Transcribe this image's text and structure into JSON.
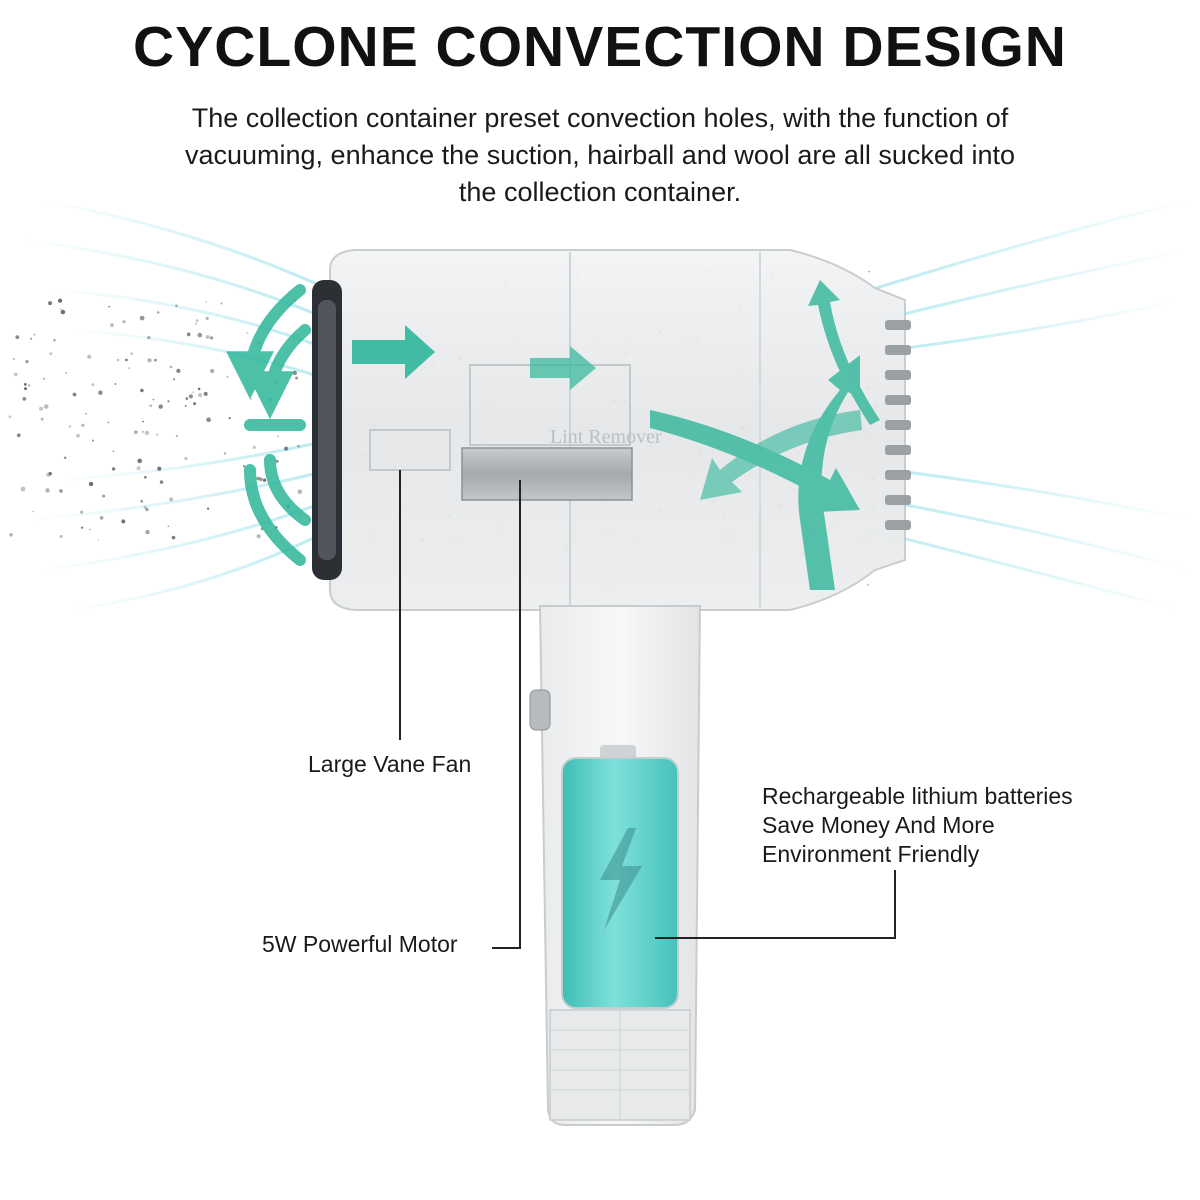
{
  "header": {
    "title": "CYCLONE CONVECTION DESIGN",
    "description_lines": [
      "The collection container preset convection holes, with the function of",
      "vacuuming, enhance the suction, hairball and wool are all sucked into",
      "the collection container."
    ]
  },
  "product": {
    "embossed_text": "Lint Remover"
  },
  "callouts": {
    "fan": "Large Vane Fan",
    "motor": "5W Powerful Motor",
    "battery_lines": [
      "Rechargeable lithium batteries",
      "Save Money And More",
      "Environment Friendly"
    ]
  },
  "colors": {
    "airflow": "#2fb69a",
    "battery": "#5fcfc8",
    "mist": "#a6e6ee",
    "leader_line": "#222222"
  },
  "icons": {
    "battery_symbol": "lightning-bolt-icon",
    "flow_arrows": "arrow-right-icon"
  }
}
